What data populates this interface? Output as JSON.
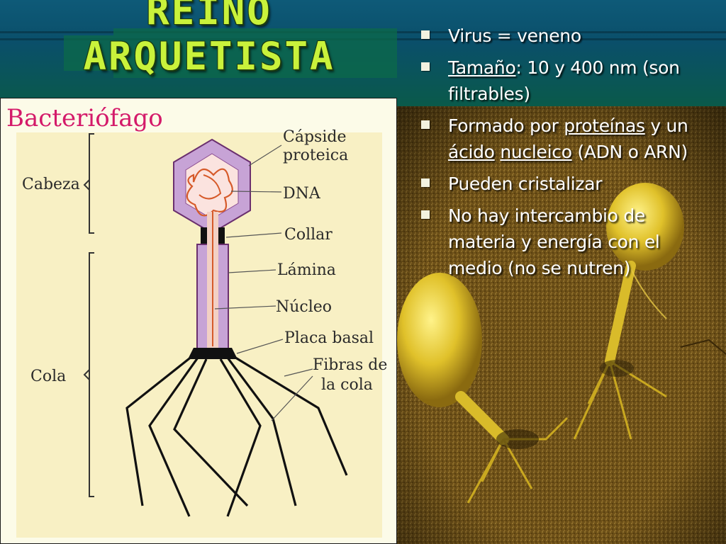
{
  "slide": {
    "title_lines": [
      "Reino",
      "Arquetista"
    ],
    "figure": {
      "title": "Bacteriófago",
      "labels": {
        "cabeza": "Cabeza",
        "cola": "Cola",
        "capside_1": "Cápside",
        "capside_2": "proteica",
        "dna": "DNA",
        "collar": "Collar",
        "lamina": "Lámina",
        "nucleo": "Núcleo",
        "placa_basal": "Placa basal",
        "fibras_1": "Fibras de",
        "fibras_2": "la cola"
      }
    },
    "bullets": [
      {
        "parts": [
          {
            "text": "Virus = veneno",
            "u": false
          }
        ]
      },
      {
        "parts": [
          {
            "text": "Tamaño",
            "u": true
          },
          {
            "text": ": 10 y 400 nm (son filtrables)",
            "u": false
          }
        ]
      },
      {
        "parts": [
          {
            "text": "Formado por ",
            "u": false
          },
          {
            "text": "proteínas",
            "u": true
          },
          {
            "text": " y un ",
            "u": false
          },
          {
            "text": "ácido",
            "u": true
          },
          {
            "text": " ",
            "u": false
          },
          {
            "text": "nucleico",
            "u": true
          },
          {
            "text": " (ADN o ARN)",
            "u": false
          }
        ]
      },
      {
        "parts": [
          {
            "text": "Pueden cristalizar",
            "u": false
          }
        ]
      },
      {
        "parts": [
          {
            "text": "No hay intercambio de materia y energía con el medio (no se nutren)",
            "u": false
          }
        ]
      }
    ],
    "colors": {
      "title": "#c9f23b",
      "figure_title": "#d41a6a",
      "capsid": "#c7a3d6",
      "dna": "#d65a2a",
      "background": "#06382a"
    }
  }
}
